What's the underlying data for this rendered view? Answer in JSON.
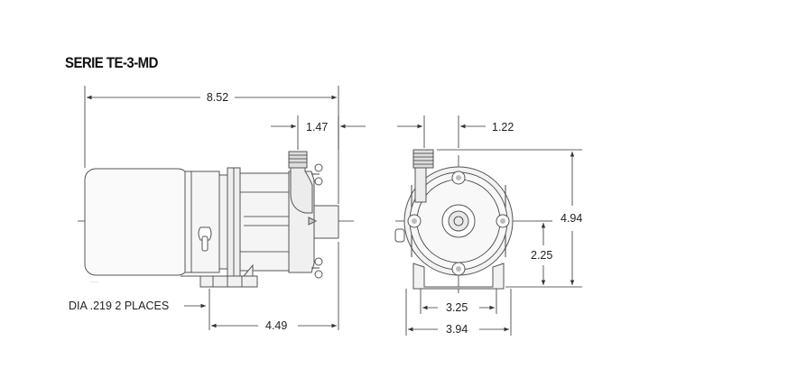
{
  "title": "SERIE TE-3-MD",
  "dimensions": {
    "overall_length": "8.52",
    "inlet_offset_side": "1.47",
    "inlet_offset_front": "1.22",
    "overall_height": "4.94",
    "shaft_height": "2.25",
    "mount_hole_note": "DIA .219 2 PLACES",
    "mount_offset": "4.49",
    "base_hole_spacing": "3.25",
    "base_width": "3.94"
  },
  "colors": {
    "line": "#444444",
    "body_fill": "#f4f4f4",
    "motor_fill": "#fafafa"
  }
}
